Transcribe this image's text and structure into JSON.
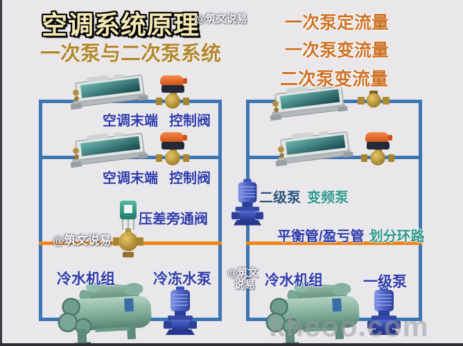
{
  "header": {
    "title": "空调系统原理",
    "author_watermark": "@筑文说易",
    "subtitle": "一次泵与二次泵系统",
    "modes": [
      "一次泵定流量",
      "一次泵变流量",
      "二次泵变流量"
    ]
  },
  "left_loop": {
    "row1": {
      "terminal": "空调末端",
      "valve": "控制阀"
    },
    "row2": {
      "terminal": "空调末端",
      "valve": "控制阀"
    },
    "bypass_valve_label": "压差旁通阀",
    "author_watermark": "@筑文说易",
    "chiller_label": "冷水机组",
    "pump_label": "冷冻水泵"
  },
  "right_loop": {
    "secondary_pump_label": "二级泵",
    "secondary_pump_tag": "变频泵",
    "balance_pipe_label": "平衡管/盈亏管",
    "balance_pipe_tag": "划分环路",
    "author_watermark_line1": "@筑文",
    "author_watermark_line2": "说易",
    "chiller_label": "冷水机组",
    "pump_label": "一级泵"
  },
  "site_watermark": "kheoo.com",
  "colors": {
    "background": "#e9e7ea",
    "pipe_blue": "#3b76b3",
    "pipe_orange": "#ec8616",
    "label_blue": "#2c3ba8",
    "label_teal": "#2e9a8e",
    "heading_orange": "#cd7226",
    "title_yellow": "#f3e7b4",
    "subtitle_gold": "#b1872f",
    "actuator_orange": "#d9561c",
    "brass": "#c2a040",
    "pump_blue": "#3f54b4",
    "chiller_green": "#7ba795"
  }
}
